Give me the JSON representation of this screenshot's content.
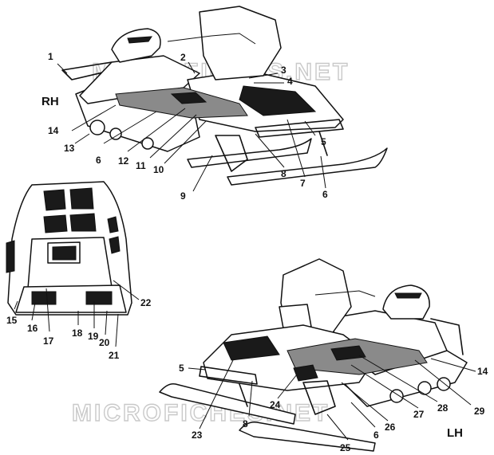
{
  "watermark": {
    "top": "MICROFICHES.NET",
    "bottom": "MICROFICHES.NET"
  },
  "views": {
    "rh": "RH",
    "lh": "LH"
  },
  "callouts": {
    "c1": "1",
    "c2": "2",
    "c3": "3",
    "c4": "4",
    "c5a": "5",
    "c6a": "6",
    "c6b": "6",
    "c7": "7",
    "c8a": "8",
    "c9": "9",
    "c10": "10",
    "c11": "11",
    "c12": "12",
    "c13": "13",
    "c14a": "14",
    "c15": "15",
    "c16": "16",
    "c17": "17",
    "c18": "18",
    "c19": "19",
    "c20": "20",
    "c21": "21",
    "c22": "22",
    "c5b": "5",
    "c14b": "14",
    "c23": "23",
    "c8b": "8",
    "c24": "24",
    "c25": "25",
    "c6c": "6",
    "c26": "26",
    "c27": "27",
    "c28": "28",
    "c29": "29"
  }
}
